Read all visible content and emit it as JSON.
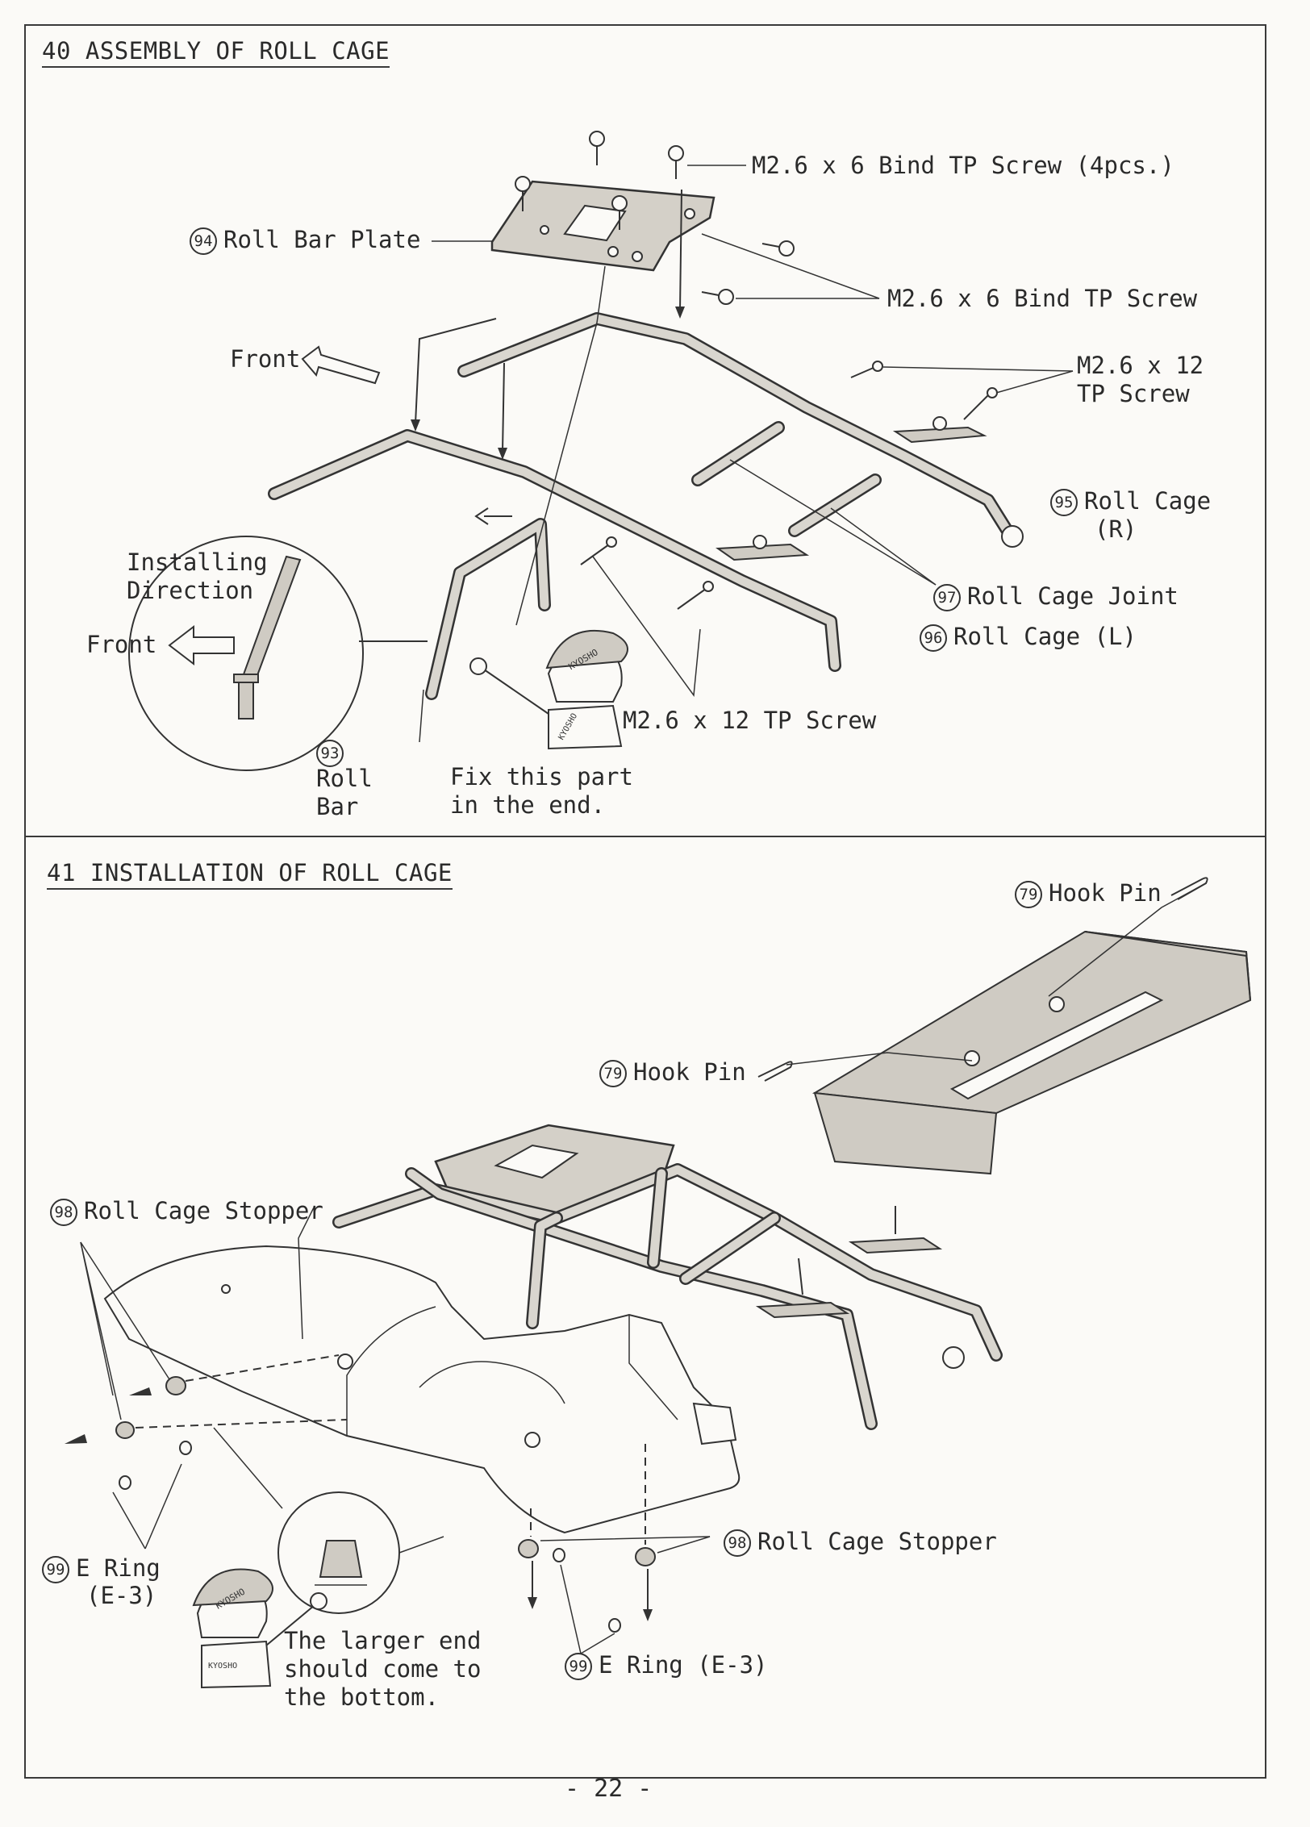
{
  "section40": {
    "title": "40 ASSEMBLY OF ROLL CAGE",
    "labels": {
      "screw_4pcs": "M2.6 x 6 Bind TP Screw (4pcs.)",
      "roll_bar_plate_num": "94",
      "roll_bar_plate": "Roll Bar Plate",
      "bind_screw": "M2.6 x 6 Bind TP Screw",
      "front": "Front",
      "tp_screw_12_line1": "M2.6 x 12",
      "tp_screw_12_line2": "TP Screw",
      "roll_cage_r_num": "95",
      "roll_cage_r_line1": "Roll Cage",
      "roll_cage_r_line2": "(R)",
      "installing_line1": "Installing",
      "installing_line2": "Direction",
      "front_inset": "Front",
      "roll_cage_joint_num": "97",
      "roll_cage_joint": "Roll Cage Joint",
      "roll_cage_l_num": "96",
      "roll_cage_l": "Roll Cage (L)",
      "tp_screw_12_bottom": "M2.6 x 12 TP Screw",
      "roll_bar_num": "93",
      "roll_bar_line1": "Roll",
      "roll_bar_line2": "Bar",
      "fix_line1": "Fix this part",
      "fix_line2": "in the end."
    }
  },
  "section41": {
    "title": "41 INSTALLATION OF ROLL CAGE",
    "labels": {
      "hook_pin_top_num": "79",
      "hook_pin_top": "Hook Pin",
      "hook_pin_mid_num": "79",
      "hook_pin_mid": "Hook Pin",
      "stopper_left_num": "98",
      "stopper_left": "Roll Cage Stopper",
      "stopper_right_num": "98",
      "stopper_right": "Roll Cage Stopper",
      "ering_left_num": "99",
      "ering_left_line1": "E Ring",
      "ering_left_line2": "(E-3)",
      "ering_bottom_num": "99",
      "ering_bottom": "E Ring (E-3)",
      "larger_line1": "The larger end",
      "larger_line2": "should come to",
      "larger_line3": "the bottom."
    }
  },
  "mascot": {
    "cap_text": "KYOSHO",
    "shirt_text": "KYOSHO"
  },
  "page_number": "- 22 -"
}
